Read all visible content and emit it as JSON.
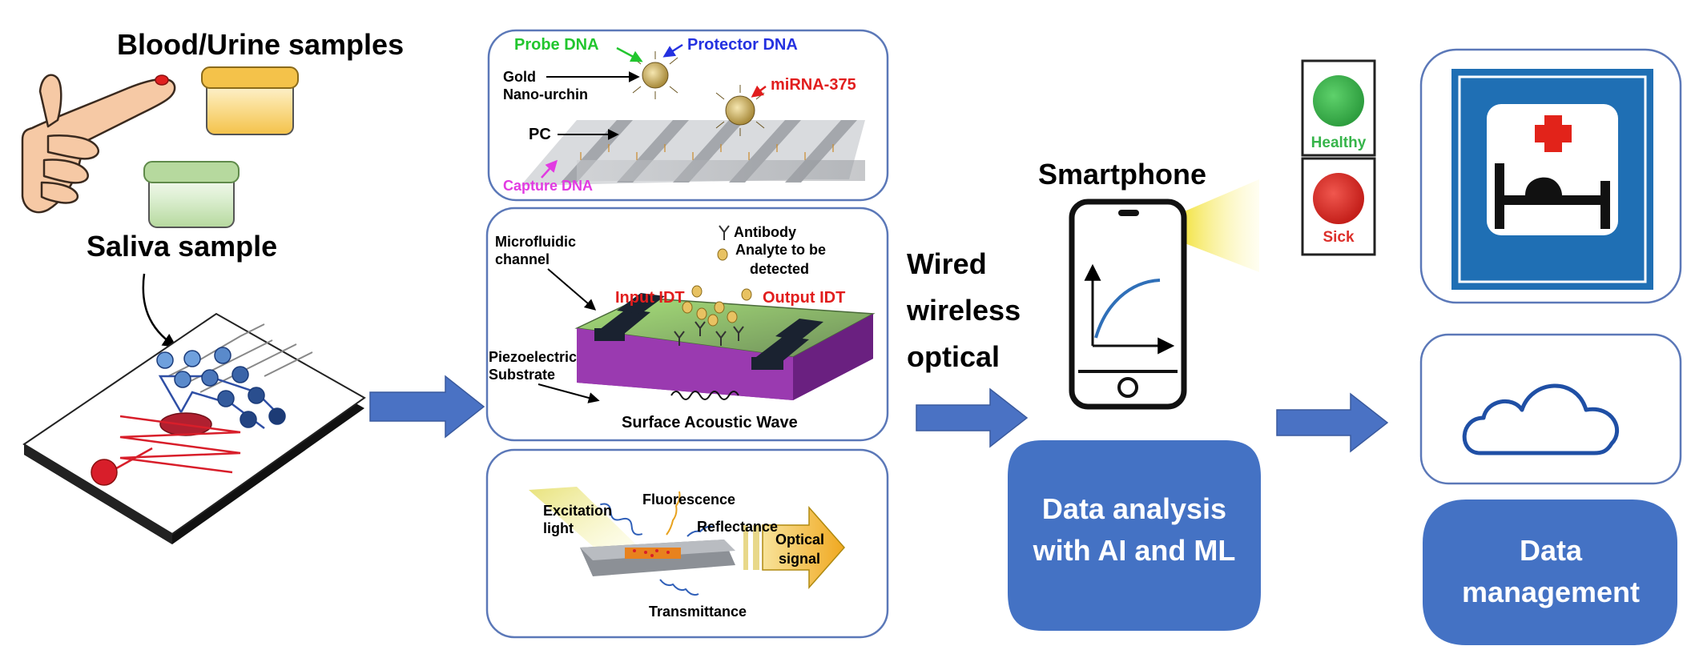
{
  "colors": {
    "arrow_blue": "#4A72C4",
    "panel_border": "#5B78B8",
    "probe_green": "#22C62E",
    "protector_blue": "#2431E0",
    "mirna_red": "#E11D1D",
    "capture_magenta": "#E23BE2",
    "idt_red": "#E11D1D",
    "healthy_green": "#36B44A",
    "sick_red": "#DC2F2A",
    "hospital_blue": "#1F6FB4",
    "data_box_blue": "#4472C4"
  },
  "samples": {
    "blood_urine": "Blood/Urine samples",
    "saliva": "Saliva sample"
  },
  "pc_panel": {
    "probe_dna": "Probe DNA",
    "protector_dna": "Protector DNA",
    "gold_line1": "Gold",
    "gold_line2": "Nano-urchin",
    "mirna": "miRNA-375",
    "pc": "PC",
    "capture_dna": "Capture DNA"
  },
  "saw_panel": {
    "microfluidic_line1": "Microfluidic",
    "microfluidic_line2": "channel",
    "antibody": "Antibody",
    "analyte_line1": "Analyte to be",
    "analyte_line2": "detected",
    "input_idt": "Input IDT",
    "output_idt": "Output IDT",
    "piezo_line1": "Piezoelectric",
    "piezo_line2": "Substrate",
    "surface_wave": "Surface Acoustic Wave"
  },
  "optical_panel": {
    "excitation_line1": "Excitation",
    "excitation_line2": "light",
    "fluorescence": "Fluorescence",
    "reflectance": "Reflectance",
    "optical_line1": "Optical",
    "optical_line2": "signal",
    "transmittance": "Transmittance"
  },
  "transmission": {
    "line1": "Wired",
    "line2": "wireless",
    "line3": "optical"
  },
  "smartphone": {
    "label": "Smartphone"
  },
  "status": {
    "healthy": "Healthy",
    "sick": "Sick"
  },
  "analysis": {
    "line1": "Data analysis",
    "line2": "with AI and ML"
  },
  "management": {
    "line1": "Data",
    "line2": "management"
  }
}
